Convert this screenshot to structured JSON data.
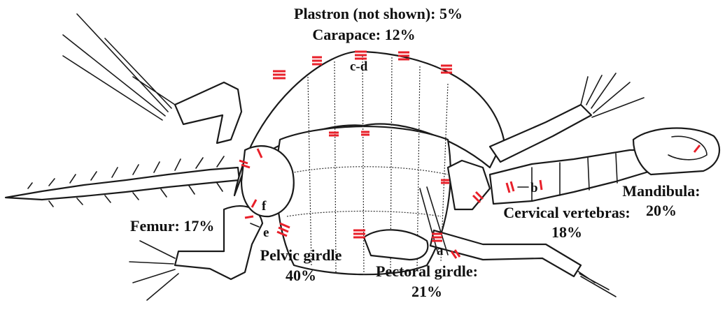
{
  "colors": {
    "sample_mark": "#e8202a",
    "outline": "#1a1a1a",
    "background": "#ffffff"
  },
  "labels": {
    "plastron": "Plastron (not shown): 5%",
    "carapace": "Carapace: 12%",
    "mandibula_name": "Mandibula:",
    "mandibula_pct": "20%",
    "cervical_name": "Cervical vertebras:",
    "cervical_pct": "18%",
    "femur": "Femur: 17%",
    "pelvic_name": "Pelvic girdle",
    "pelvic_pct": "40%",
    "pectoral_name": "Pectoral girdle:",
    "pectoral_pct": "21%"
  },
  "point_labels": {
    "a": "a",
    "b": "b",
    "cd": "c-d",
    "e": "e",
    "f": "f"
  }
}
